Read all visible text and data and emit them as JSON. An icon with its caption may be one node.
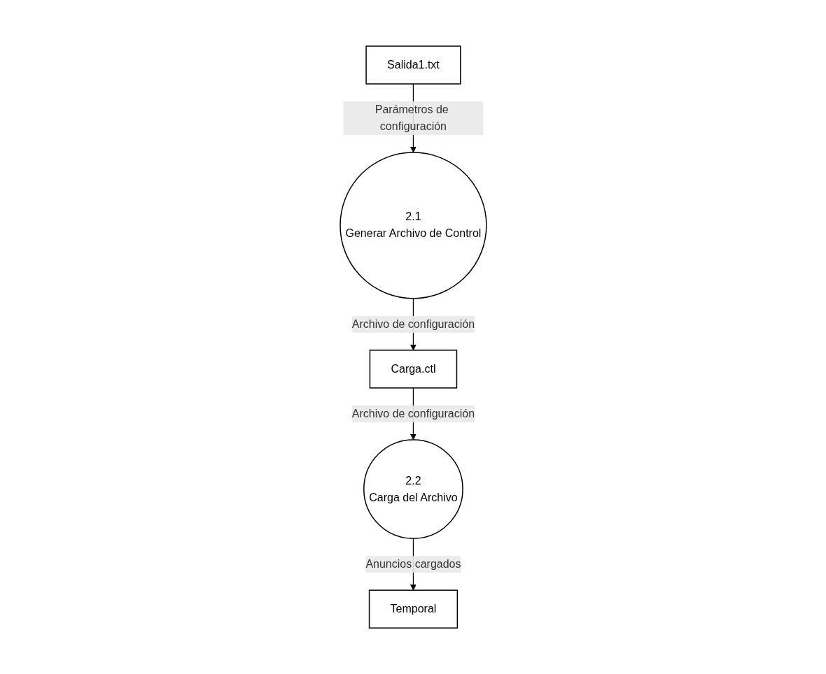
{
  "diagram": {
    "nodes": [
      {
        "text": [
          "Salida1.txt"
        ]
      },
      {
        "text": [
          "2.1",
          "Generar Archivo de Control"
        ]
      },
      {
        "text": [
          "2.2",
          "Carga del Archivo"
        ]
      },
      {
        "text": [
          "Carga.ctl"
        ]
      },
      {
        "text": [
          "Temporal"
        ]
      }
    ],
    "edges": [
      {
        "from": 0,
        "to": 1,
        "arrow": "to",
        "label": "Parámetros de configuración"
      },
      {
        "from": 1,
        "to": 3,
        "arrow": "to",
        "label": "Archivo de configuración"
      },
      {
        "from": 3,
        "to": 2,
        "arrow": "to",
        "label": "Archivo de configuración"
      },
      {
        "from": 2,
        "to": 4,
        "arrow": "to",
        "label": "Anuncios cargados"
      }
    ]
  }
}
